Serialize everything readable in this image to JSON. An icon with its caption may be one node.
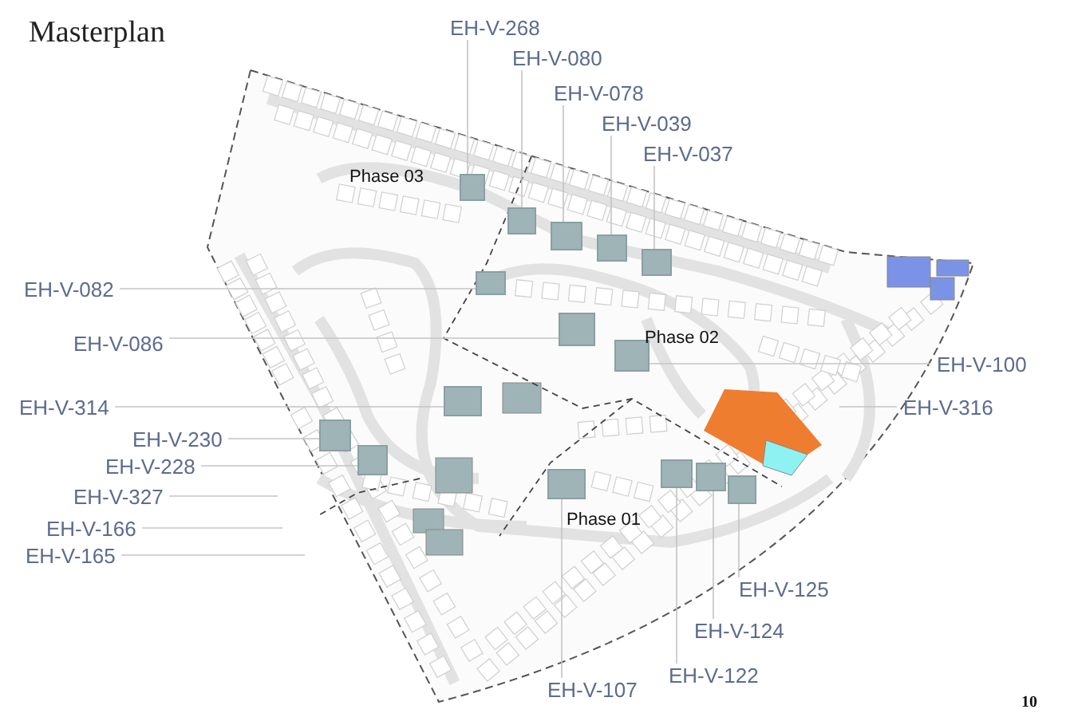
{
  "diagram": {
    "title": "Masterplan",
    "nodes": [
      {
        "text": [
          "EH-V-268"
        ]
      },
      {
        "text": [
          "EH-V-080"
        ]
      },
      {
        "text": [
          "EH-V-078"
        ]
      },
      {
        "text": [
          "EH-V-039"
        ]
      },
      {
        "text": [
          "EH-V-037"
        ]
      },
      {
        "text": [
          "EH-V-082"
        ]
      },
      {
        "text": [
          "EH-V-086"
        ]
      },
      {
        "text": [
          "EH-V-100"
        ]
      },
      {
        "text": [
          "EH-V-316"
        ]
      },
      {
        "text": [
          "EH-V-314"
        ]
      },
      {
        "text": [
          "EH-V-230"
        ]
      },
      {
        "text": [
          "EH-V-228"
        ]
      },
      {
        "text": [
          "EH-V-327"
        ]
      },
      {
        "text": [
          "EH-V-166"
        ]
      },
      {
        "text": [
          "EH-V-165"
        ]
      },
      {
        "text": [
          "EH-V-125"
        ]
      },
      {
        "text": [
          "EH-V-124"
        ]
      },
      {
        "text": [
          "EH-V-122"
        ]
      },
      {
        "text": [
          "EH-V-107"
        ]
      },
      {
        "text": [],
        "shape": "box"
      },
      {
        "text": [],
        "shape": "box"
      },
      {
        "text": [],
        "shape": "box"
      },
      {
        "text": [],
        "shape": "box"
      },
      {
        "text": [],
        "shape": "box"
      },
      {
        "text": [],
        "shape": "box"
      },
      {
        "text": [],
        "shape": "box"
      },
      {
        "text": [],
        "shape": "box"
      },
      {
        "text": [],
        "shape": "box"
      },
      {
        "text": [],
        "shape": "box"
      },
      {
        "text": [],
        "shape": "box"
      },
      {
        "text": [],
        "shape": "box"
      },
      {
        "text": [],
        "shape": "box"
      },
      {
        "text": [],
        "shape": "box"
      },
      {
        "text": [],
        "shape": "box"
      }
    ],
    "edges": [
      {
        "from": 0,
        "to": 19,
        "arrow": "none"
      },
      {
        "from": 1,
        "to": 20,
        "arrow": "none"
      },
      {
        "from": 2,
        "to": 21,
        "arrow": "none"
      },
      {
        "from": 3,
        "to": 22,
        "arrow": "none"
      },
      {
        "from": 4,
        "to": 23,
        "arrow": "none"
      },
      {
        "from": 5,
        "to": 24,
        "arrow": "none"
      },
      {
        "from": 6,
        "to": 25,
        "arrow": "none"
      },
      {
        "from": 7,
        "to": 26,
        "arrow": "none"
      },
      {
        "from": 8,
        "to": null,
        "arrow": "none"
      },
      {
        "from": 9,
        "to": 27,
        "arrow": "none"
      },
      {
        "from": 10,
        "to": 28,
        "arrow": "none"
      },
      {
        "from": 11,
        "to": 29,
        "arrow": "none"
      },
      {
        "from": 12,
        "to": null,
        "arrow": "none"
      },
      {
        "from": 13,
        "to": null,
        "arrow": "none"
      },
      {
        "from": 14,
        "to": null,
        "arrow": "none"
      },
      {
        "from": 15,
        "to": 30,
        "arrow": "none"
      },
      {
        "from": 16,
        "to": 31,
        "arrow": "none"
      },
      {
        "from": 17,
        "to": 32,
        "arrow": "none"
      },
      {
        "from": 18,
        "to": 33,
        "arrow": "none"
      }
    ],
    "labels": [
      "Phase 03",
      "Phase 02",
      "Phase 01",
      "10"
    ]
  }
}
